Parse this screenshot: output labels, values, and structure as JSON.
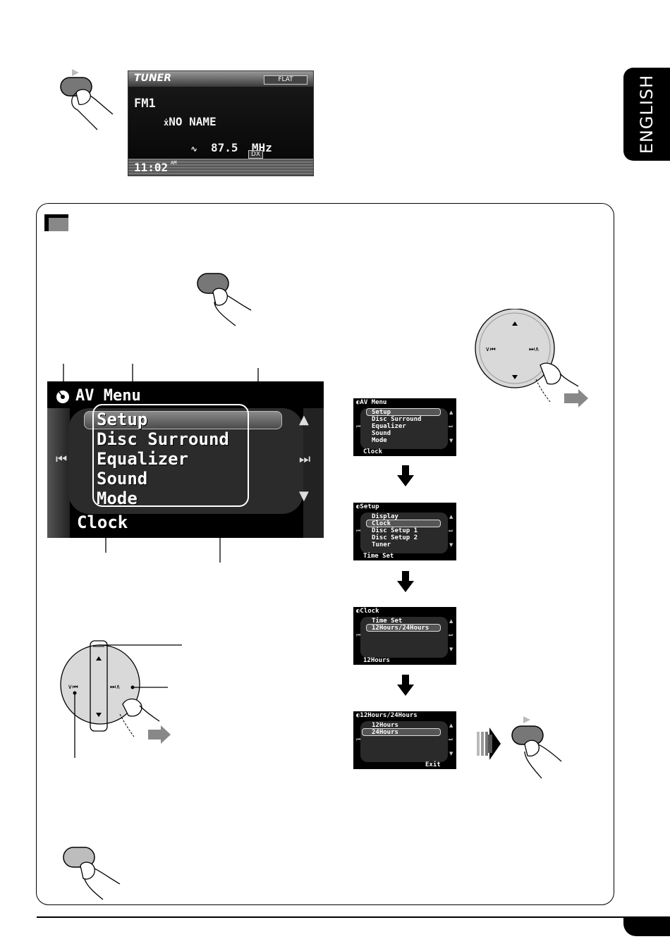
{
  "language_tab": "ENGLISH",
  "tuner_display": {
    "header": "TUNER",
    "eq_mode": "FLAT",
    "band": "FM1",
    "station_name": "NO NAME",
    "frequency": "87.5",
    "unit": "MHz",
    "dx": "DX",
    "time": "11:02",
    "am_pm": "AM"
  },
  "av_menu_display": {
    "title": "AV Menu",
    "items": [
      "Setup",
      "Disc Surround",
      "Equalizer",
      "Sound",
      "Mode"
    ],
    "selected": "Setup",
    "footer": "Clock"
  },
  "steps": [
    {
      "title": "AV Menu",
      "items": [
        "Setup",
        "Disc Surround",
        "Equalizer",
        "Sound",
        "Mode"
      ],
      "selected_index": 0,
      "footer": "Clock"
    },
    {
      "title": "Setup",
      "items": [
        "Display",
        "Clock",
        "Disc Setup 1",
        "Disc Setup 2",
        "Tuner"
      ],
      "selected_index": 1,
      "footer": "Time Set"
    },
    {
      "title": "Clock",
      "items": [
        "Time Set",
        "12Hours/24Hours"
      ],
      "selected_index": 1,
      "footer": "12Hours"
    },
    {
      "title": "12Hours/24Hours",
      "items": [
        "12Hours",
        "24Hours"
      ],
      "selected_index": 1,
      "footer": "Exit"
    }
  ]
}
